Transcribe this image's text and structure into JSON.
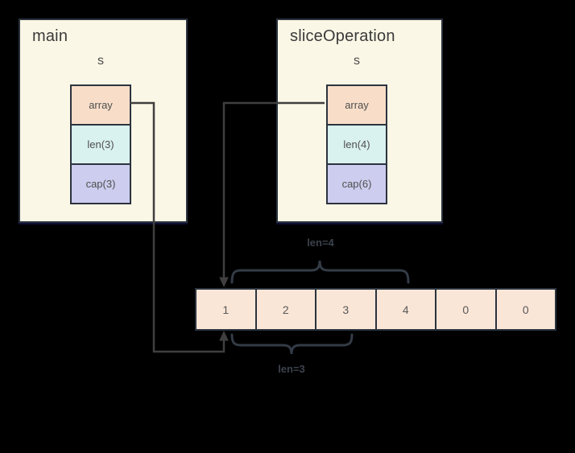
{
  "canvas": {
    "background": "#000000"
  },
  "frames": [
    {
      "title": "main",
      "var_name": "s",
      "fields": [
        {
          "label": "array",
          "color": "#f8dec9"
        },
        {
          "label": "len(3)",
          "color": "#d9f1ef"
        },
        {
          "label": "cap(3)",
          "color": "#cdcdef"
        }
      ]
    },
    {
      "title": "sliceOperation",
      "var_name": "s",
      "fields": [
        {
          "label": "array",
          "color": "#f8dec9"
        },
        {
          "label": "len(4)",
          "color": "#d9f1ef"
        },
        {
          "label": "cap(6)",
          "color": "#cdcdef"
        }
      ]
    }
  ],
  "backing_array": {
    "cells": [
      "1",
      "2",
      "3",
      "4",
      "0",
      "0"
    ],
    "cell_color": "#fae6d7"
  },
  "pointers": [
    {
      "from": "main.s.array",
      "to": "backing-array-cell-1",
      "direction": "up-into-bottom"
    },
    {
      "from": "sliceOperation.s.array",
      "to": "backing-array-cell-1",
      "direction": "down-into-top"
    }
  ],
  "annotations": {
    "len_top": "len=4",
    "len_bottom": "len=3"
  },
  "colors": {
    "frame_bg": "#fbf7e6",
    "border": "#2b333e",
    "line": "#3f3f3f",
    "brace": "#333b46",
    "text": "#4a4a4a"
  }
}
